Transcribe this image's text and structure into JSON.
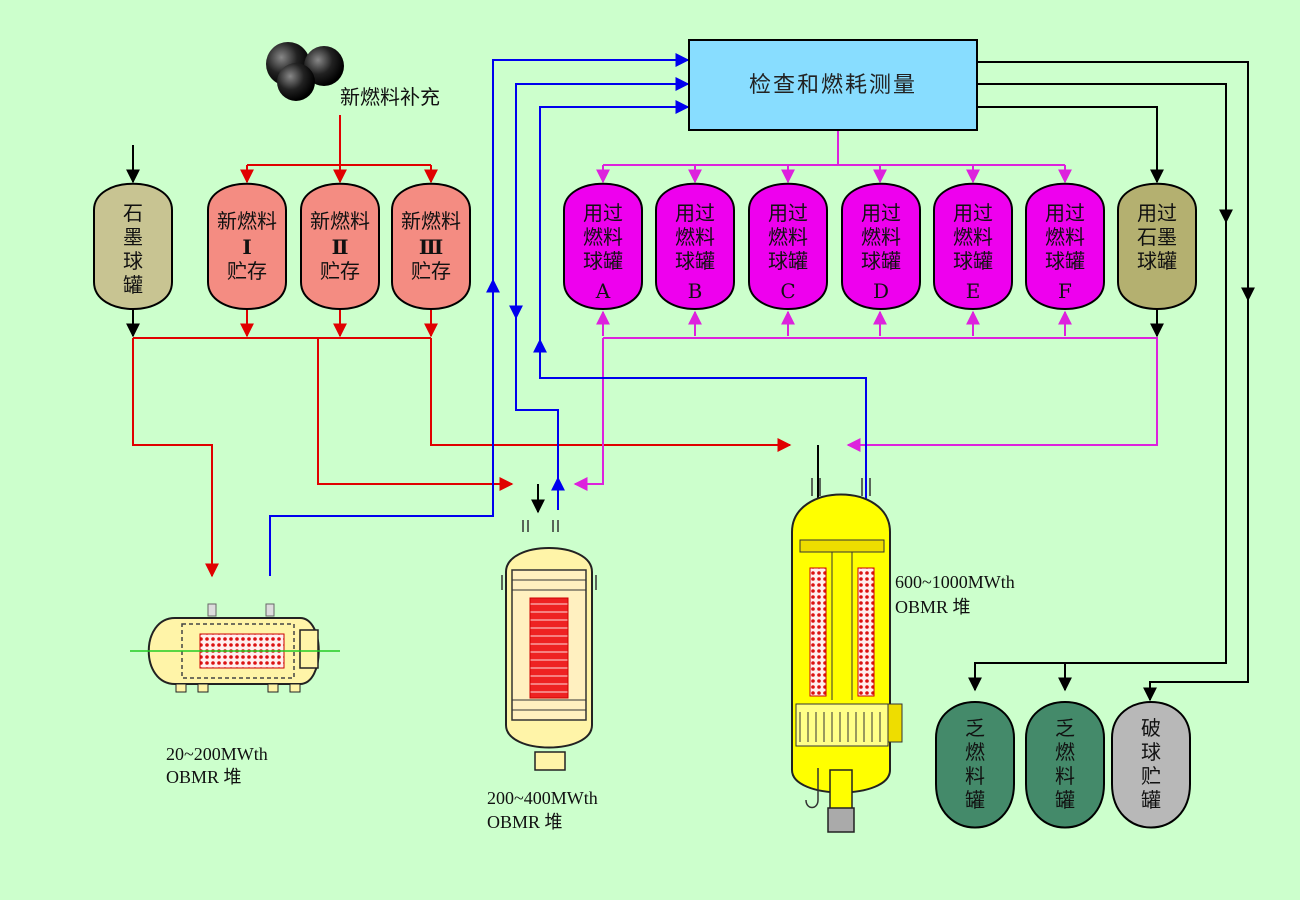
{
  "colors": {
    "background": "#ccffcc",
    "fresh_flow": "#e00000",
    "recycle_flow": "#0000ee",
    "spent_flow": "#dd22dd",
    "control_flow": "#000000",
    "inspection_box": "#88ddff",
    "fresh_tank": "#f48c82",
    "spent_tank": "#ee00ee",
    "graphite_tank": "#c8c492",
    "depleted_tank": "#448a6a",
    "broken_tank": "#b8b8b8",
    "reactor_yellow": "#ffff00"
  },
  "fresh_fuel_supply": {
    "label": "新燃料补充",
    "icon": "fuel-pebbles-icon"
  },
  "inspection": {
    "label": "检查和燃耗测量"
  },
  "graphite_tank": {
    "lines": [
      "石",
      "墨",
      "球",
      "罐"
    ]
  },
  "fresh_tanks": [
    {
      "line1": "新燃料",
      "roman": "Ⅰ",
      "line3": "贮存"
    },
    {
      "line1": "新燃料",
      "roman": "Ⅱ",
      "line3": "贮存"
    },
    {
      "line1": "新燃料",
      "roman": "Ⅲ",
      "line3": "贮存"
    }
  ],
  "spent_tanks": [
    {
      "lines": [
        "用过",
        "燃料",
        "球罐",
        "A"
      ]
    },
    {
      "lines": [
        "用过",
        "燃料",
        "球罐",
        "B"
      ]
    },
    {
      "lines": [
        "用过",
        "燃料",
        "球罐",
        "C"
      ]
    },
    {
      "lines": [
        "用过",
        "燃料",
        "球罐",
        "D"
      ]
    },
    {
      "lines": [
        "用过",
        "燃料",
        "球罐",
        "E"
      ]
    },
    {
      "lines": [
        "用过",
        "燃料",
        "球罐",
        "F"
      ]
    }
  ],
  "spent_graphite_tank": {
    "lines": [
      "用过",
      "石墨",
      "球罐"
    ]
  },
  "bottom_tanks": [
    {
      "lines": [
        "乏",
        "燃",
        "料",
        "罐"
      ]
    },
    {
      "lines": [
        "乏",
        "燃",
        "料",
        "罐"
      ]
    },
    {
      "lines": [
        "破",
        "球",
        "贮",
        "罐"
      ]
    }
  ],
  "reactors": [
    {
      "power": "20~200MWth",
      "name": "OBMR 堆"
    },
    {
      "power": "200~400MWth",
      "name": "OBMR 堆"
    },
    {
      "power": "600~1000MWth",
      "name": "OBMR 堆"
    }
  ]
}
